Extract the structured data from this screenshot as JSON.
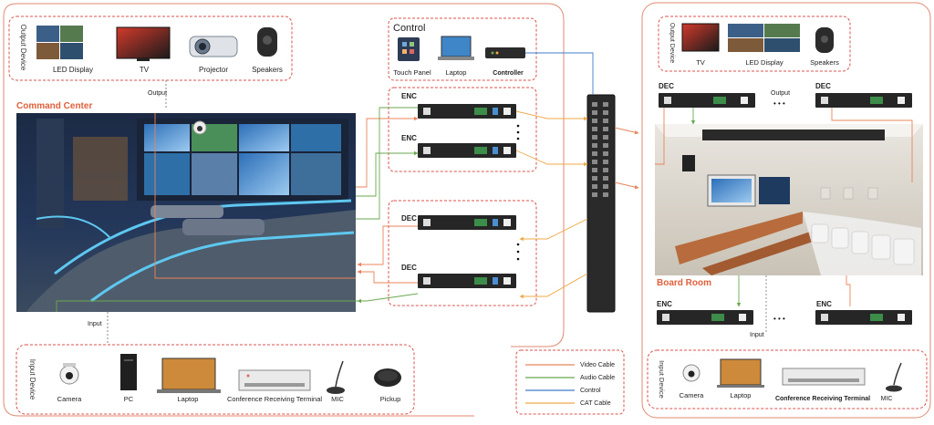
{
  "output_left": {
    "caption": "Output Device",
    "devices": [
      "LED Display",
      "TV",
      "Projector",
      "Speakers"
    ],
    "link_label": "Output"
  },
  "control": {
    "title": "Control",
    "devices": [
      "Touch Panel",
      "Laptop",
      "Controller"
    ]
  },
  "command_center": {
    "title": "Command Center"
  },
  "enc_left": [
    "ENC",
    "ENC"
  ],
  "dec_left": [
    "DEC",
    "DEC"
  ],
  "input_left": {
    "caption": "Input Device",
    "link_label": "Input",
    "devices": [
      "Camera",
      "PC",
      "Laptop",
      "Conference Receiving Terminal",
      "MIC",
      "Pickup"
    ]
  },
  "legend": {
    "items": [
      {
        "label": "Video Cable",
        "color": "#e8845b"
      },
      {
        "label": "Audio Cable",
        "color": "#6aa84f"
      },
      {
        "label": "Control",
        "color": "#3d7cc9"
      },
      {
        "label": "CAT Cable",
        "color": "#f0a848"
      }
    ]
  },
  "output_right": {
    "caption": "Output Device",
    "devices": [
      "TV",
      "LED Display",
      "Speakers"
    ]
  },
  "dec_right": [
    "DEC",
    "DEC"
  ],
  "output_label_right": "Output",
  "board_room": {
    "title": "Board Room"
  },
  "enc_right": [
    "ENC",
    "ENC"
  ],
  "input_label_right": "Input",
  "input_right": {
    "caption": "Input Device",
    "devices": [
      "Camera",
      "Laptop",
      "Conference Receiving Terminal",
      "MIC"
    ]
  },
  "ellipsis": "• • •"
}
